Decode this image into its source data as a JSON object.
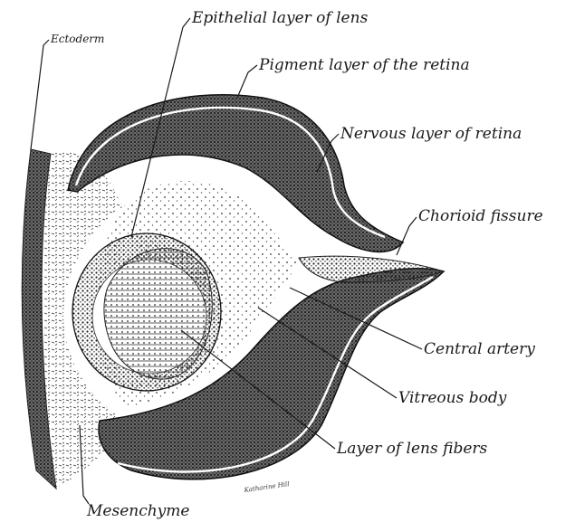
{
  "labels": {
    "ectoderm": "Ectoderm",
    "epithelial_layer_of_lens": "Epithelial layer of lens",
    "pigment_layer": "Pigment layer of the retina",
    "nervous_layer": "Nervous layer of retina",
    "chorioid_fissure": "Chorioid fissure",
    "central_artery": "Central artery",
    "vitreous_body": "Vitreous body",
    "layer_of_lens_fibers": "Layer of lens fibers",
    "mesenchyme": "Mesenchyme"
  },
  "signature": "Katharine Hill",
  "colors": {
    "ink": "#1a1a1a",
    "tissue": "#555555",
    "background": "#ffffff"
  }
}
